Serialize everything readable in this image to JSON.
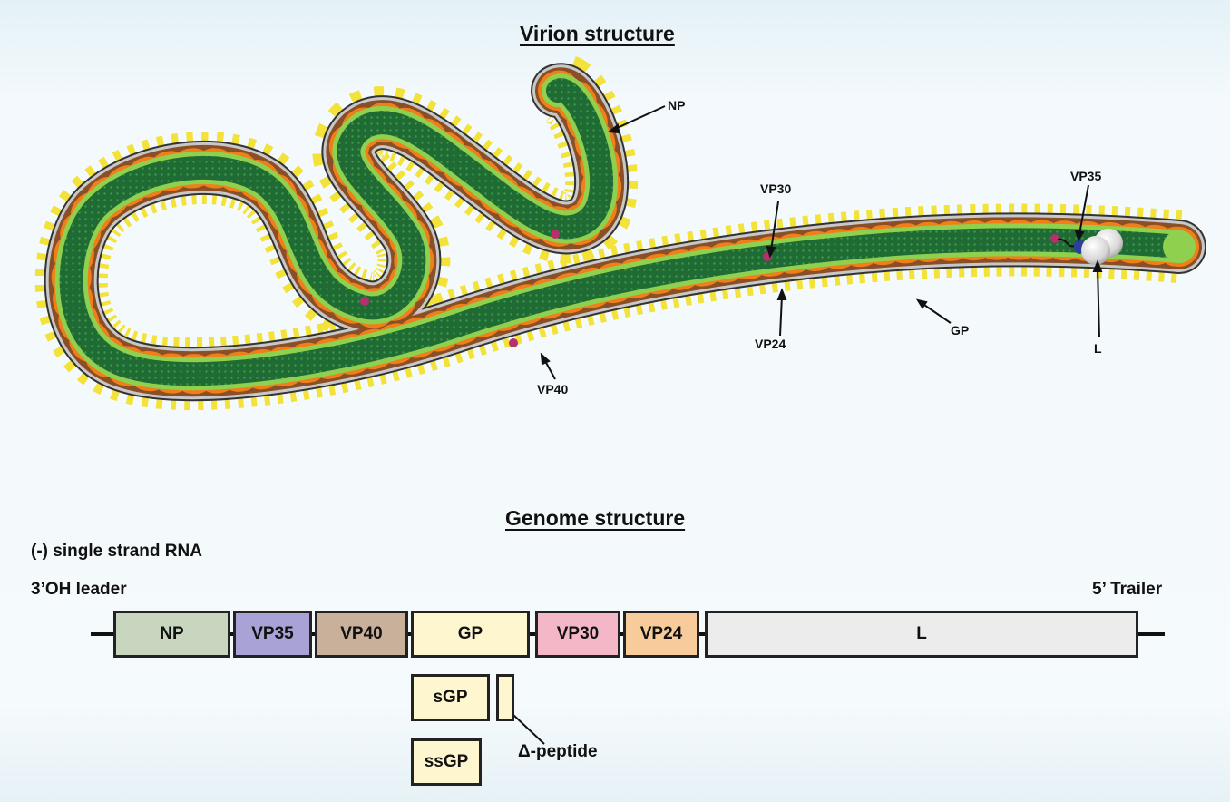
{
  "virion": {
    "title": "Virion structure",
    "labels": {
      "np": "NP",
      "vp30": "VP30",
      "vp35": "VP35",
      "vp24": "VP24",
      "gp": "GP",
      "l": "L",
      "vp40": "VP40"
    }
  },
  "genome": {
    "title": "Genome structure",
    "strand": "(-) single strand RNA",
    "leader": "3’OH leader",
    "trailer": "5’ Trailer",
    "genes": [
      {
        "label": "NP",
        "color": "#c8d6bf"
      },
      {
        "label": "VP35",
        "color": "#a9a2d6"
      },
      {
        "label": "VP40",
        "color": "#c9b09a"
      },
      {
        "label": "GP",
        "color": "#fdf6cf"
      },
      {
        "label": "VP30",
        "color": "#f4b7c8"
      },
      {
        "label": "VP24",
        "color": "#f8cc9a"
      },
      {
        "label": "L",
        "color": "#ececec"
      }
    ],
    "products": {
      "sgp": "sGP",
      "ssgp": "ssGP",
      "delta": "Δ-peptide"
    }
  },
  "colors": {
    "glycoprotein": "#f2e23a",
    "matrix": "#8a4f26",
    "membrane": "#c8c8c8",
    "matrix_dot": "#f07f1a",
    "capsid_light": "#8fd14f",
    "nucleocapsid": "#1f6b33",
    "vp30_dot": "#b4306e",
    "vp35": "#2b3f9c",
    "l_protein": "#e6e6e6"
  }
}
